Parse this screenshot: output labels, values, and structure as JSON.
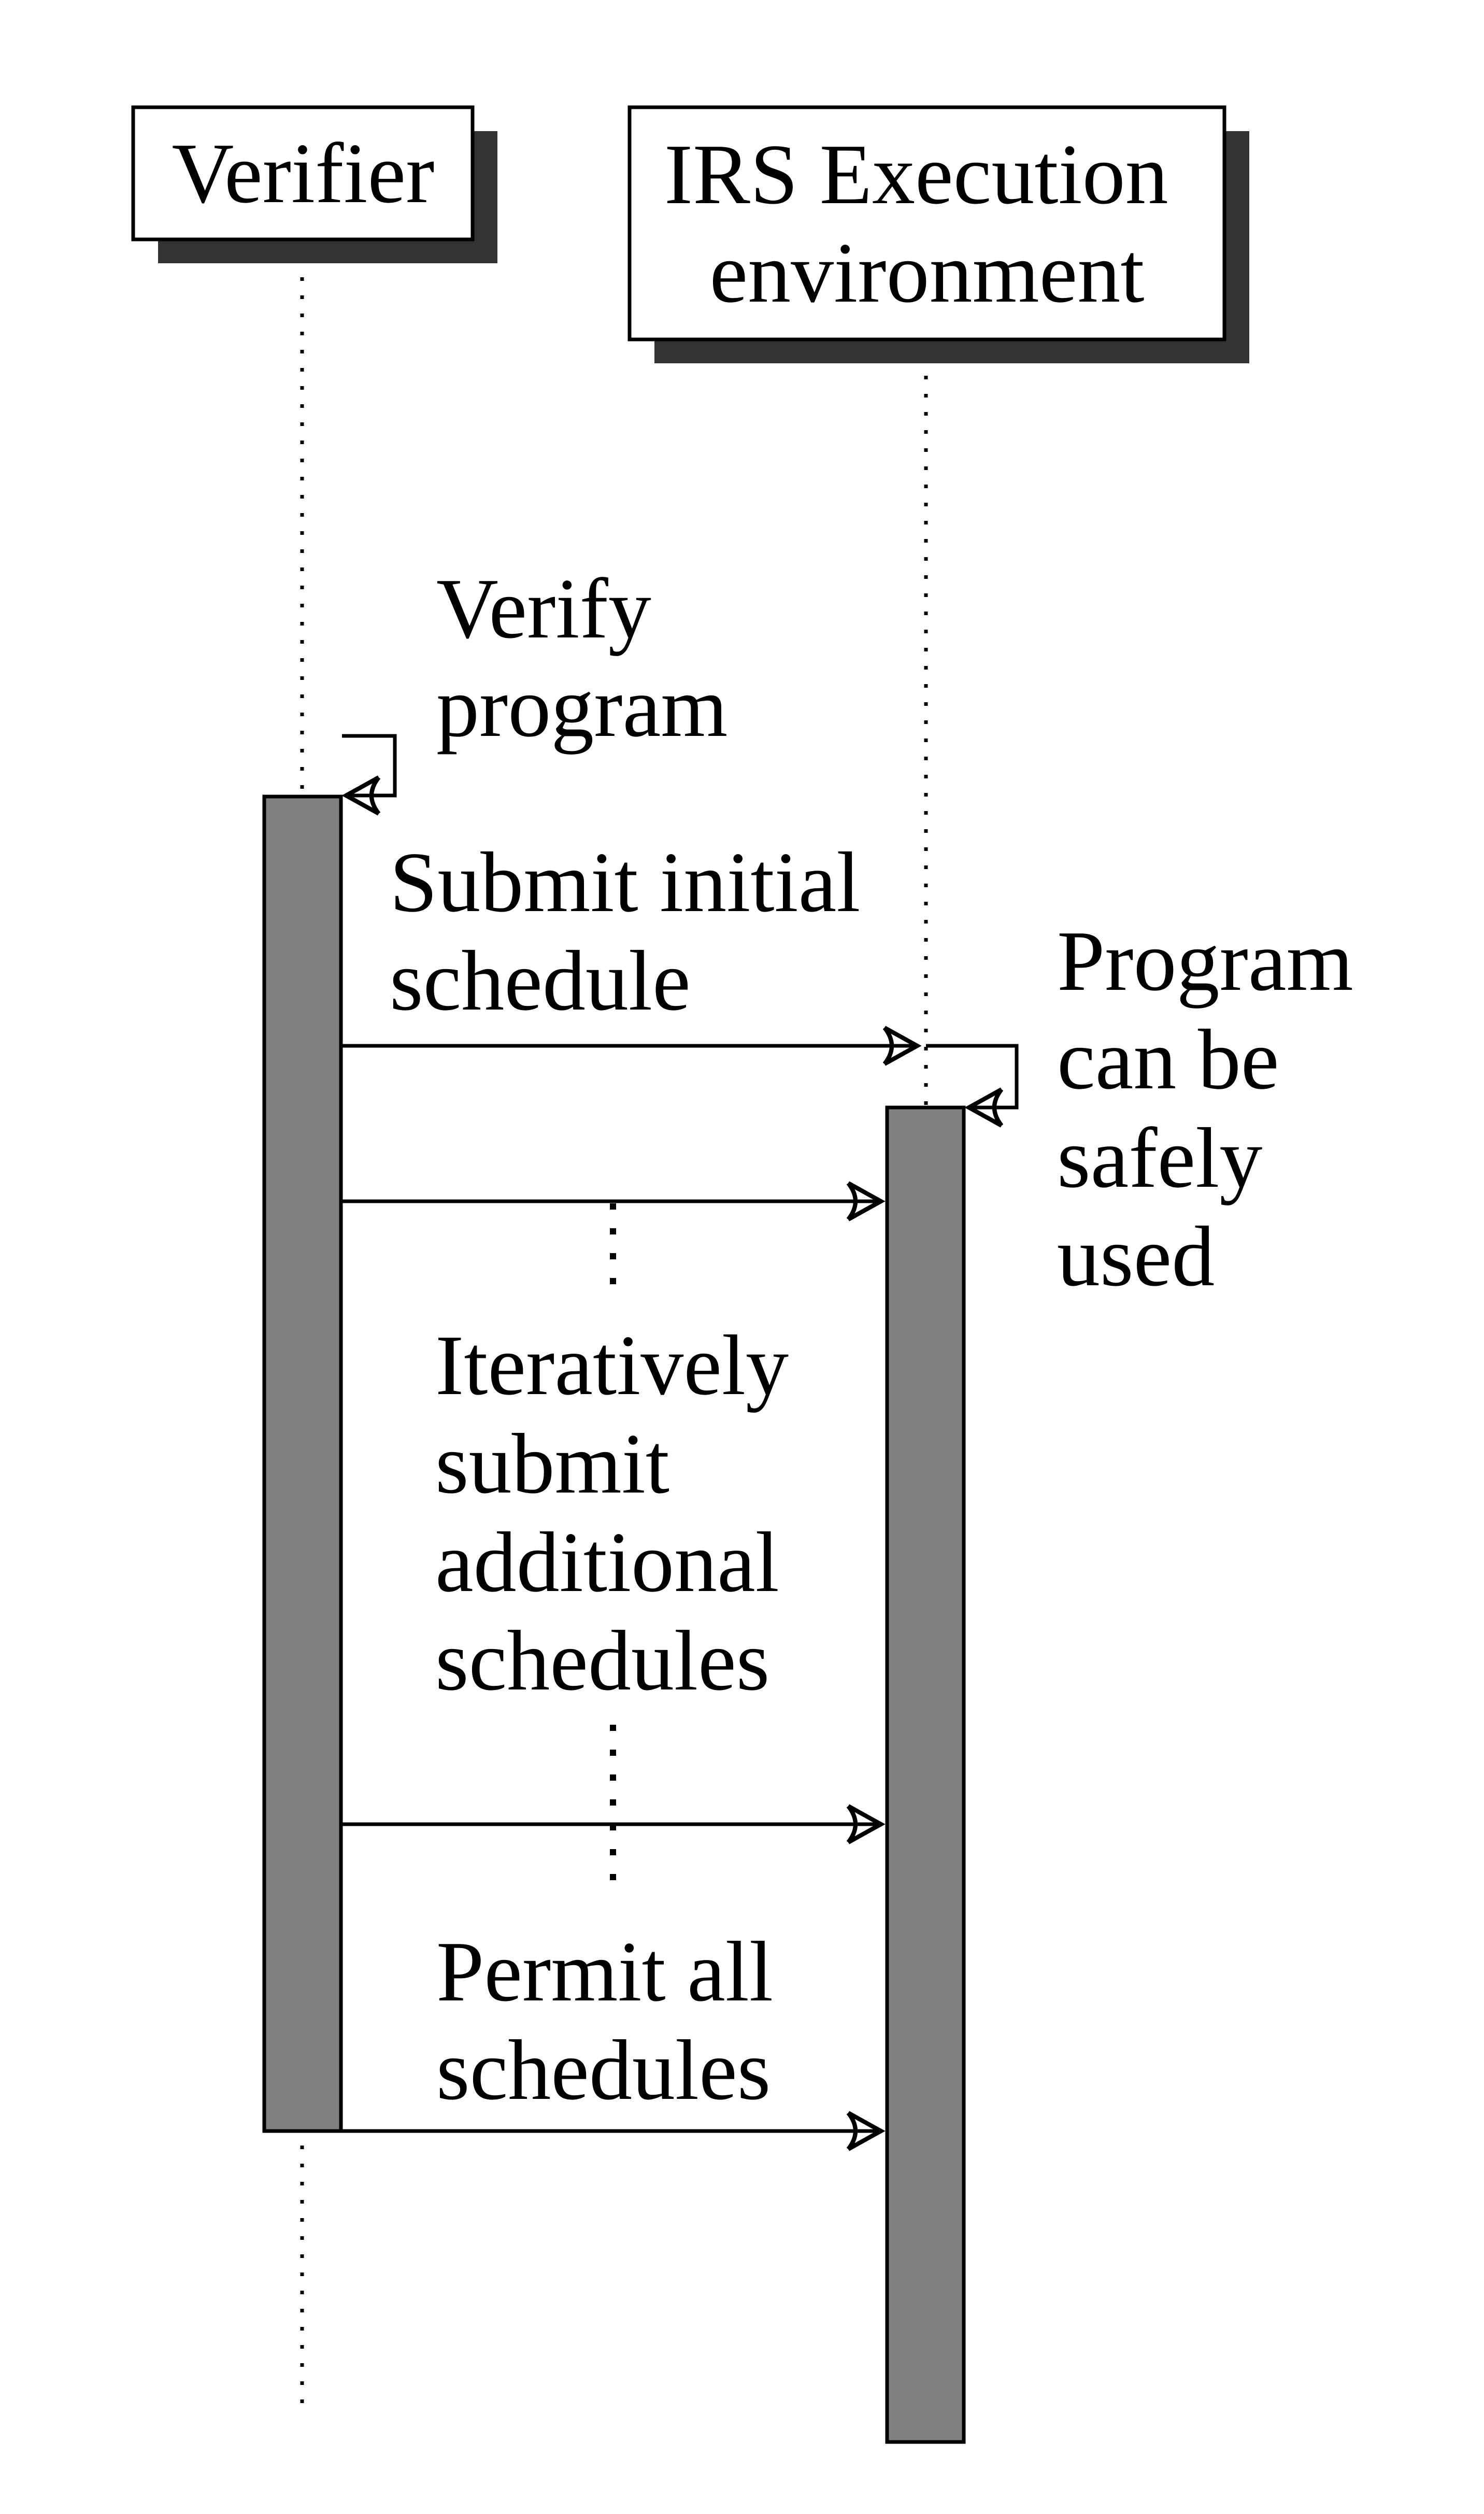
{
  "participants": [
    {
      "id": "verifier",
      "lines": [
        "Verifier"
      ]
    },
    {
      "id": "irs",
      "lines": [
        "IRS Execution",
        "environment"
      ]
    }
  ],
  "messages": {
    "verify_program": [
      "Verify",
      "program"
    ],
    "submit_initial": [
      "Submit initial",
      "schedule"
    ],
    "program_safe": [
      "Program",
      "can be",
      "safely",
      "used"
    ],
    "iterative": [
      "Iteratively",
      "submit",
      "additional",
      "schedules"
    ],
    "permit_all": [
      "Permit all",
      "schedules"
    ]
  },
  "colors": {
    "activation_fill": "#808080",
    "stroke": "#000000",
    "shadow": "#333333",
    "background": "#ffffff"
  }
}
